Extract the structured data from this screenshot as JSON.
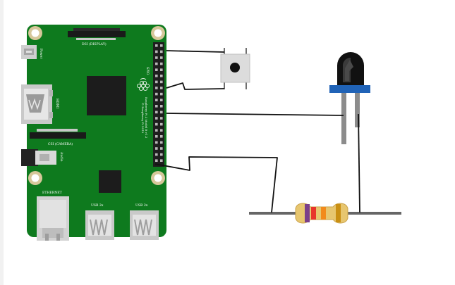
{
  "board": {
    "name": "Raspberry Pi 3 Model B v1.2",
    "copyright": "© Raspberry Pi 2015",
    "labels": {
      "display": "DSI (DISPLAY)",
      "camera": "CSI (CAMERA)",
      "power": "Power",
      "hdmi": "HDMI",
      "audio": "Audio",
      "ethernet": "ETHERNET",
      "usb_left": "USB 2x",
      "usb_right": "USB 2x",
      "gpio": "GPIO"
    },
    "colors": {
      "pcb": "#0e7a1e",
      "chip": "#1c1c1c",
      "port": "#c9c9c9"
    }
  },
  "components": {
    "button": {
      "name": "push-button"
    },
    "led": {
      "name": "infrared-led",
      "colors": {
        "body": "#111111",
        "collar": "#2063b7",
        "legs": "#8c8c8c"
      }
    },
    "resistor": {
      "name": "resistor",
      "bands": [
        "#7a3f8a",
        "#e8352b",
        "#f28a1b",
        "#c98f13"
      ],
      "colors": {
        "body": "#e7c66f",
        "lead": "#666666"
      }
    }
  },
  "wires": {
    "color": "#111111"
  }
}
